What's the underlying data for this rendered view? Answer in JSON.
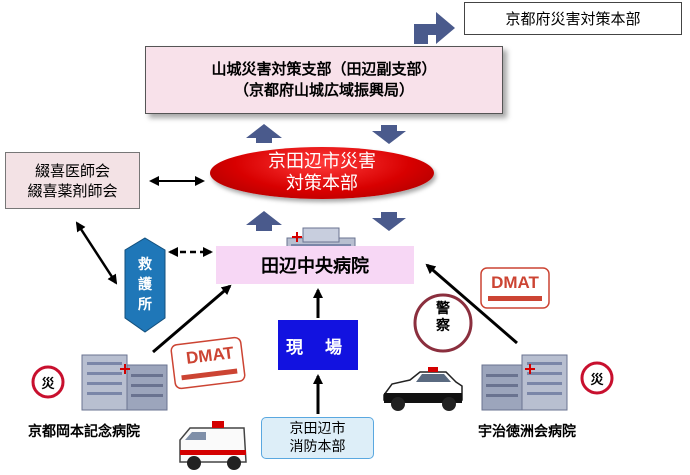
{
  "nodes": {
    "kyoto_hq": "京都府災害対策本部",
    "yamashiro": {
      "line1": "山城災害対策支部（田辺副支部）",
      "line2": "（京都府山城広域振興局）"
    },
    "tanabe_hq": {
      "line1": "京田辺市災害",
      "line2": "対策本部"
    },
    "doctors": {
      "line1": "綴喜医師会",
      "line2": "綴喜薬剤師会"
    },
    "kyugo": [
      "救",
      "護",
      "所"
    ],
    "hospital_center": "田辺中央病院",
    "genba": "現 場",
    "fire_dept": {
      "line1": "京田辺市",
      "line2": "消防本部"
    },
    "police": [
      "警",
      "察"
    ],
    "okamoto": "京都岡本記念病院",
    "uji": "宇治徳洲会病院"
  },
  "badges": {
    "dmat": "DMAT",
    "disaster_mark": "災"
  },
  "colors": {
    "hq_red": "#d80000",
    "arrow_blue": "#4a5a8c",
    "genba_blue": "#1212e0",
    "kyugo_blue": "#1f77b8",
    "hospital_pink": "#f7d7f5",
    "yamashiro_pink": "#f8e1ea",
    "police_ring": "#8b2f3e"
  }
}
